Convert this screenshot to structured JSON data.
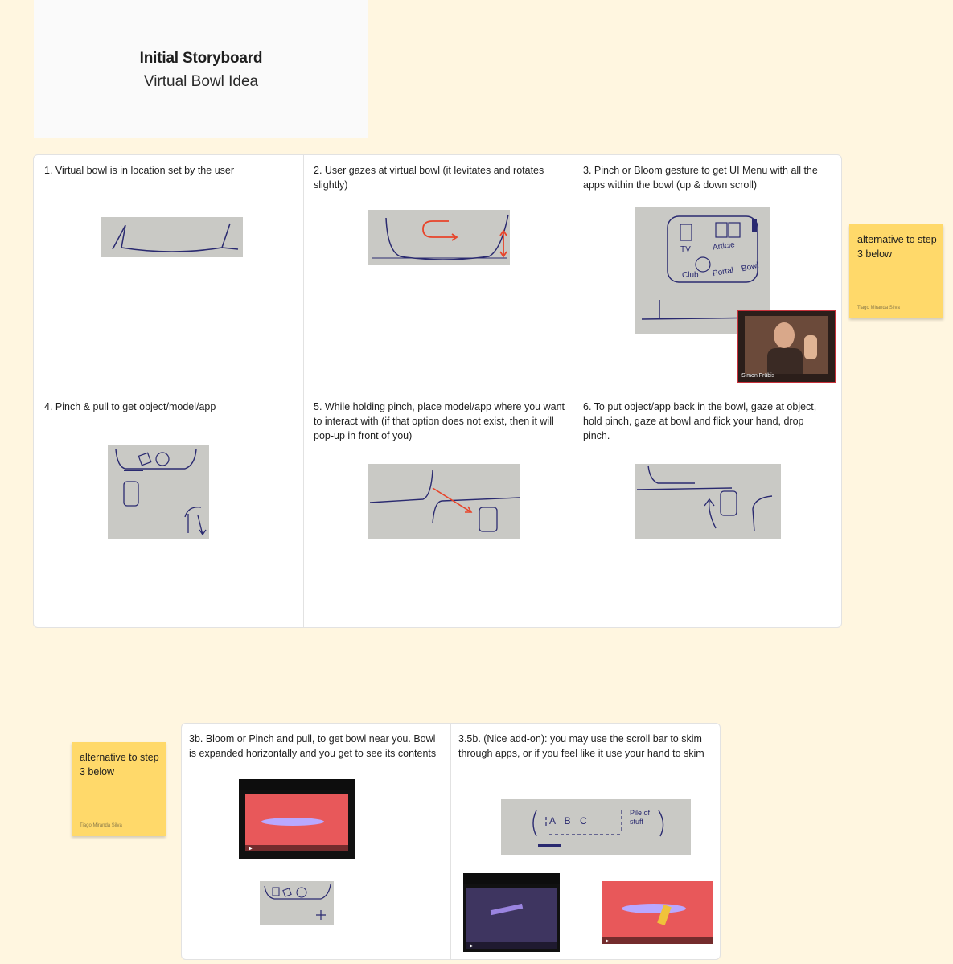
{
  "title_card": {
    "title": "Initial Storyboard",
    "subtitle": "Virtual Bowl Idea"
  },
  "storyboard": {
    "steps": [
      {
        "text": "1. Virtual bowl is in location set by the user"
      },
      {
        "text": "2. User gazes at virtual bowl (it levitates and rotates slightly)"
      },
      {
        "text": "3. Pinch or Bloom gesture to get UI Menu with all the apps within the bowl (up & down scroll)"
      },
      {
        "text": "4. Pinch & pull to get object/model/app"
      },
      {
        "text": "5. While holding pinch, place model/app where you want to interact with (if that option does not exist, then it will pop-up in front of you)"
      },
      {
        "text": "6. To put object/app back in the bowl, gaze at object, hold pinch, gaze at bowl and flick your hand, drop pinch."
      }
    ]
  },
  "alternative_steps": [
    {
      "text": "3b. Bloom or Pinch and pull, to get bowl near you. Bowl is expanded horizontally and you get to see its contents"
    },
    {
      "text": "3.5b. (Nice add-on): you may use the scroll bar to skim through apps, or if you feel like it use your hand to skim"
    }
  ],
  "sticky_notes": [
    {
      "text": "alternative to step 3 below",
      "author": "Tiago Miranda Silva"
    },
    {
      "text": "alternative to step 3 below",
      "author": "Tiago Miranda Silva"
    }
  ],
  "sketch_labels": {
    "tv": "TV",
    "article": "Article",
    "club": "Club",
    "portal": "Portal",
    "bowl": "Bowl",
    "abc": "A B C",
    "pile_of_stuff": "Pile of stuff"
  },
  "webcam": {
    "name": "Simon Frübis"
  },
  "colors": {
    "background": "#fff6e0",
    "sticky": "#ffd96a",
    "accent_arrow": "#e8442a",
    "video_red": "#e8585a"
  }
}
